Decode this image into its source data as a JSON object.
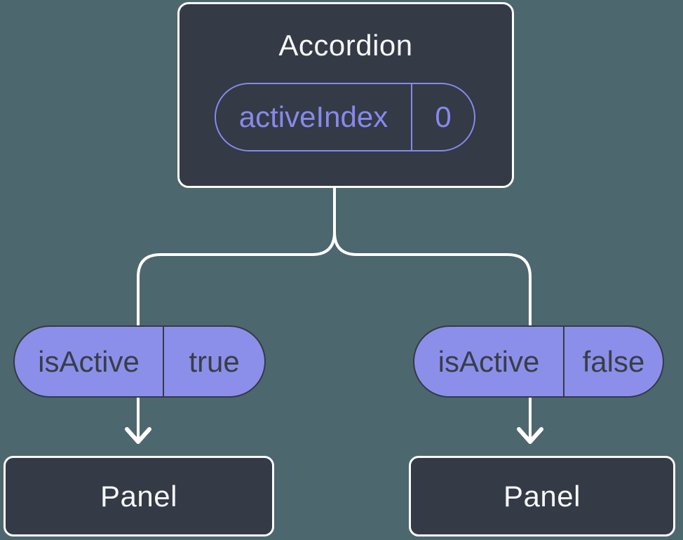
{
  "diagram": {
    "type": "component-tree",
    "root": {
      "title": "Accordion",
      "prop": {
        "name": "activeIndex",
        "value": "0"
      }
    },
    "children": [
      {
        "prop": {
          "name": "isActive",
          "value": "true"
        },
        "node": {
          "title": "Panel"
        }
      },
      {
        "prop": {
          "name": "isActive",
          "value": "false"
        },
        "node": {
          "title": "Panel"
        }
      }
    ]
  },
  "colors": {
    "background": "#4d676e",
    "node_fill": "#343a46",
    "node_border": "#fbfcfd",
    "node_text": "#f6f7f9",
    "pill_fill": "#8c8fe9",
    "pill_outline": "#868aeb",
    "pill_dark_text": "#383e49",
    "connector": "#ffffff"
  }
}
